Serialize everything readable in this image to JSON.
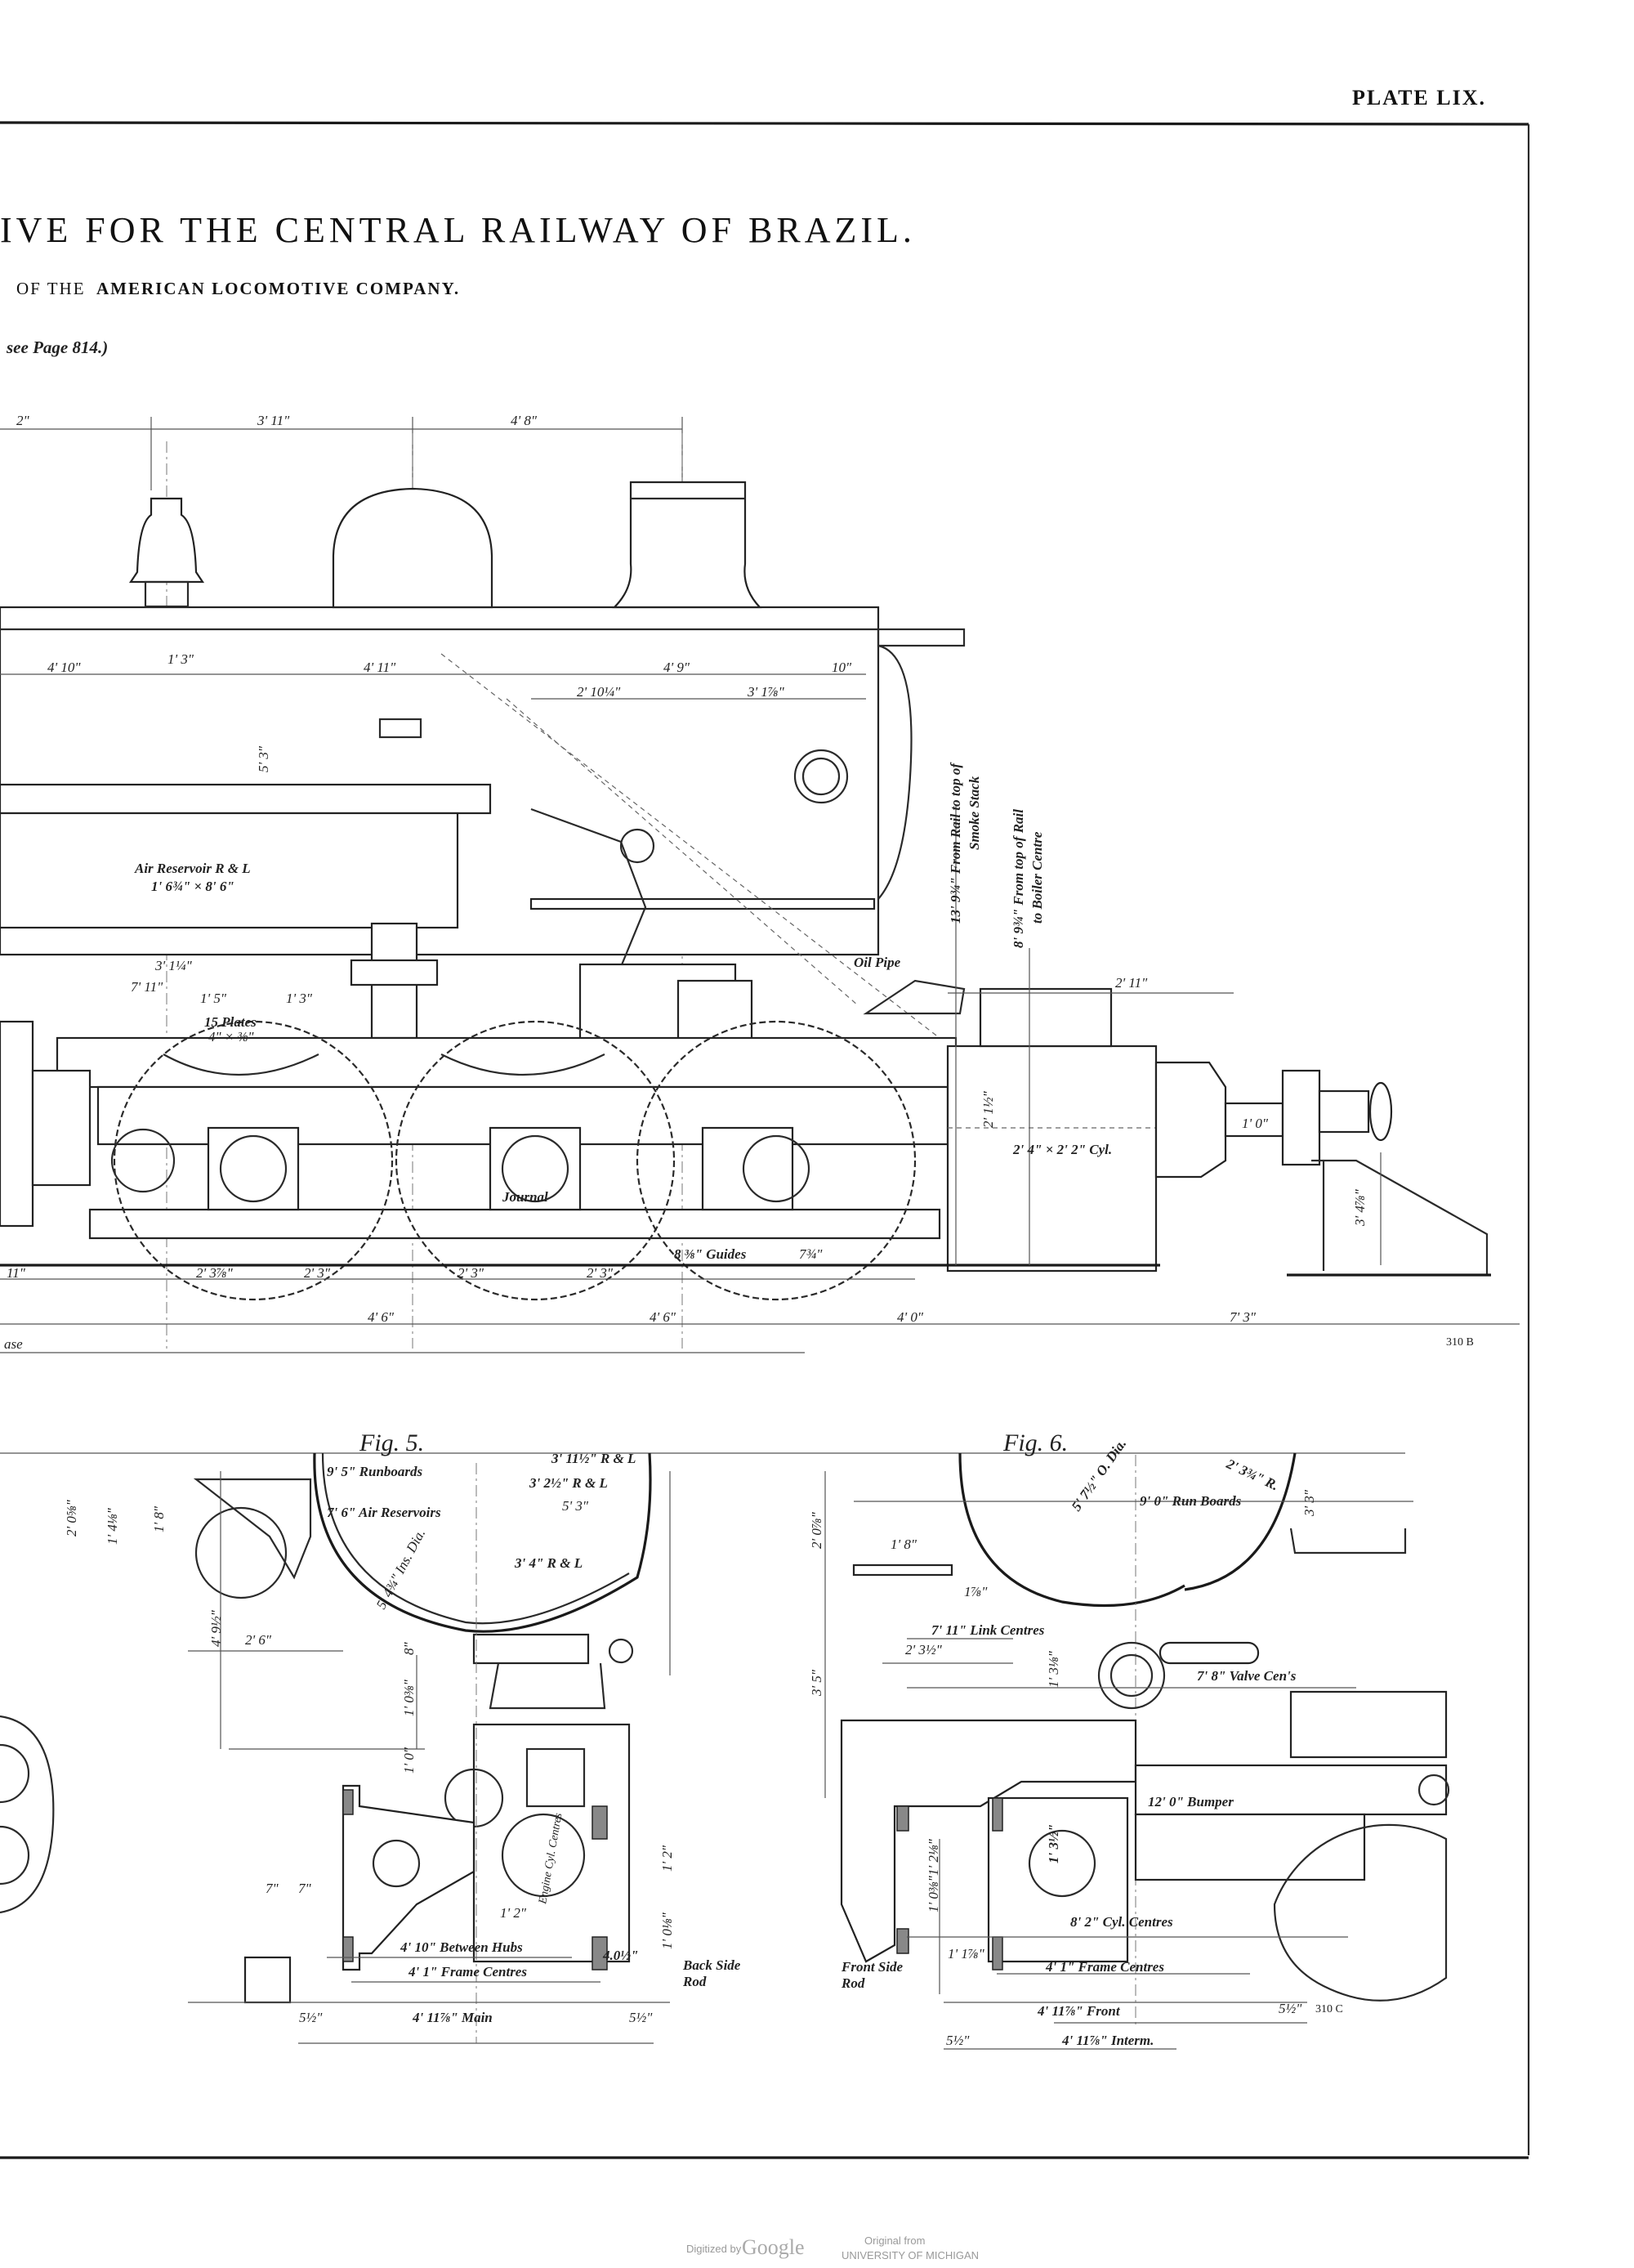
{
  "header": {
    "plate": "PLATE LIX.",
    "title": "IVE FOR THE CENTRAL RAILWAY OF BRAZIL.",
    "subtitle_prefix": "OF THE",
    "subtitle_company": "AMERICAN LOCOMOTIVE COMPANY.",
    "reference": "see Page 814.)"
  },
  "elevation": {
    "top_dims": [
      "2\"",
      "3' 11\"",
      "4' 8\""
    ],
    "boiler_dims": [
      "4' 10\"",
      "1' 3\"",
      "4' 11\"",
      "4' 9\"",
      "10\"",
      "2' 10¼\"",
      "3' 1⅞\""
    ],
    "v_boiler": "5' 3\"",
    "air_reservoir": "Air Reservoir R & L",
    "air_reservoir_size": "1' 6¾\" × 8' 6\"",
    "smokestack_height": "13' 9¾\" From Rail to top of",
    "smokestack_height_2": "Smoke Stack",
    "boiler_centre": "8' 9¾\" From top of Rail",
    "boiler_centre_2": "to Boiler Centre",
    "oil_pipe": "Oil Pipe",
    "mid_dims": [
      "3' 1¼\"",
      "7' 11\"",
      "1' 5\"",
      "1' 3\"",
      "2' 11\""
    ],
    "plates": "15 Plates",
    "plates_size": "4\" × ⅜\"",
    "cyl_height": "2' 1½\"",
    "cylinder": "2' 4\" × 2' 2\" Cyl.",
    "buffer_dim": "1' 0\"",
    "buffer_height": "3' 4⅞\"",
    "journal": "Journal",
    "guides": "8 ⅜\" Guides",
    "guides_2": "7¾\"",
    "rail_dims": [
      "11\"",
      "2' 3⅞\"",
      "2' 3\"",
      "2' 3\"",
      "2' 3\""
    ],
    "wheelbase_dims": [
      "4' 6\"",
      "4' 6\"",
      "4' 0\"",
      "7' 3\""
    ],
    "wheelbase_label": "ase",
    "drawing_no": "310 B"
  },
  "fig5": {
    "title": "Fig. 5.",
    "labels": [
      "9' 5\" Runboards",
      "7' 6\" Air Reservoirs",
      "3' 11½\" R & L",
      "3' 2½\" R & L",
      "5' 3\"",
      "3' 4\" R & L",
      "5' 4¾\" Ins. Dia."
    ],
    "vdims": [
      "2' 0⅝\"",
      "1' 4⅛\"",
      "1' 8\"",
      "4' 9½\"",
      "8\"",
      "1' 0⅜\"",
      "1' 0\"",
      "Engine Cyl. Centres",
      "1' 2\"",
      "1' 0⅛\""
    ],
    "hdims": [
      "2' 6\"",
      "1' 2\"",
      "7\"",
      "7\""
    ],
    "between_hubs": "4' 10\" Between Hubs",
    "frame_centres": "4' 1\" Frame Centres",
    "hub_dim": "4.0½\"",
    "back_side_rod": "Back Side",
    "back_side_rod_2": "Rod",
    "main": [
      "5½\"",
      "4' 11⅞\" Main",
      "5½\""
    ]
  },
  "fig6": {
    "title": "Fig. 6.",
    "labels": [
      "5' 7½\" O. Dia.",
      "2' 3¾\" R.",
      "9' 0\" Run Boards",
      "1' 8\"",
      "1⅞\"",
      "7' 11\" Link Centres",
      "2' 3½\"",
      "7' 8\" Valve Cen's",
      "12' 0\" Bumper",
      "8' 2\" Cyl. Centres"
    ],
    "vdims": [
      "3' 3\"",
      "2' 0⅞\"",
      "3' 5\"",
      "1' 3⅛\"",
      "1' 3½\"",
      "1' 2⅛\"",
      "1' 0⅜\""
    ],
    "front_side_rod": "Front Side",
    "front_side_rod_2": "Rod",
    "rod_dim": "1' 1⅞\"",
    "frame_centres": "4' 1\" Frame Centres",
    "front": "4' 11⅞\" Front",
    "front_offset": "5½\"",
    "interm_offset": "5½\"",
    "interm": "4' 11⅞\" Interm.",
    "drawing_no": "310 C"
  },
  "footer": {
    "digitized": "Digitized by",
    "google": "Google",
    "original": "Original from",
    "university": "UNIVERSITY OF MICHIGAN"
  }
}
